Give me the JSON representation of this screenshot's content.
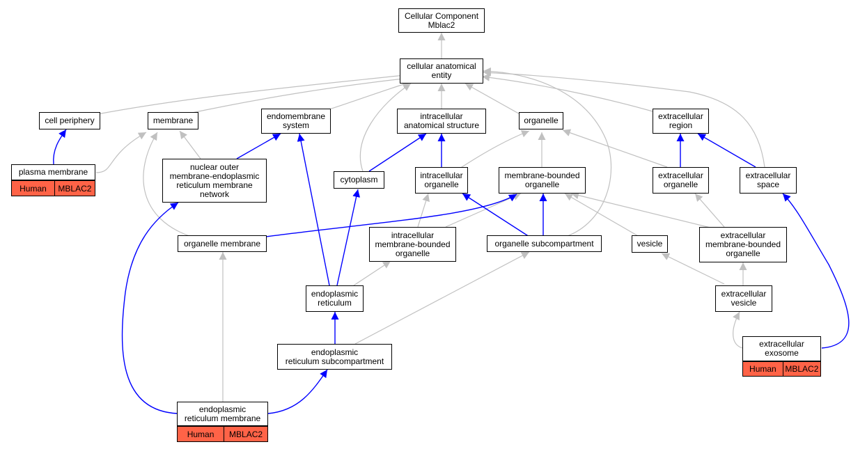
{
  "nodes": {
    "cc_root": {
      "lines": [
        "Cellular Component",
        "Mblac2"
      ]
    },
    "cae": {
      "lines": [
        "cellular anatomical",
        "entity"
      ]
    },
    "cell_periphery": {
      "lines": [
        "cell periphery"
      ]
    },
    "membrane": {
      "lines": [
        "membrane"
      ]
    },
    "endomembrane": {
      "lines": [
        "endomembrane",
        "system"
      ]
    },
    "ias": {
      "lines": [
        "intracellular",
        "anatomical structure"
      ]
    },
    "organelle": {
      "lines": [
        "organelle"
      ]
    },
    "ext_region": {
      "lines": [
        "extracellular",
        "region"
      ]
    },
    "plasma_membrane": {
      "lines": [
        "plasma membrane"
      ],
      "tags": [
        "Human",
        "MBLAC2"
      ]
    },
    "nuclear_outer": {
      "lines": [
        "nuclear outer",
        "membrane-endoplasmic",
        "reticulum membrane",
        "network"
      ]
    },
    "cytoplasm": {
      "lines": [
        "cytoplasm"
      ]
    },
    "ic_organelle": {
      "lines": [
        "intracellular",
        "organelle"
      ]
    },
    "mb_organelle": {
      "lines": [
        "membrane-bounded",
        "organelle"
      ]
    },
    "ext_organelle": {
      "lines": [
        "extracellular",
        "organelle"
      ]
    },
    "ext_space": {
      "lines": [
        "extracellular",
        "space"
      ]
    },
    "org_membrane": {
      "lines": [
        "organelle membrane"
      ]
    },
    "ic_mb_organelle": {
      "lines": [
        "intracellular",
        "membrane-bounded",
        "organelle"
      ]
    },
    "org_subcomp": {
      "lines": [
        "organelle subcompartment"
      ]
    },
    "vesicle": {
      "lines": [
        "vesicle"
      ]
    },
    "ext_mb_organelle": {
      "lines": [
        "extracellular",
        "membrane-bounded",
        "organelle"
      ]
    },
    "er": {
      "lines": [
        "endoplasmic",
        "reticulum"
      ]
    },
    "ext_vesicle": {
      "lines": [
        "extracellular",
        "vesicle"
      ]
    },
    "er_subcomp": {
      "lines": [
        "endoplasmic",
        "reticulum subcompartment"
      ]
    },
    "ext_exosome": {
      "lines": [
        "extracellular",
        "exosome"
      ],
      "tags": [
        "Human",
        "MBLAC2"
      ]
    },
    "er_membrane": {
      "lines": [
        "endoplasmic",
        "reticulum membrane"
      ],
      "tags": [
        "Human",
        "MBLAC2"
      ]
    }
  },
  "colors": {
    "is_a_edge": "#c0c0c0",
    "part_of_edge": "#0000ff",
    "tag_fill": "#ff6347",
    "node_border": "#000000"
  }
}
